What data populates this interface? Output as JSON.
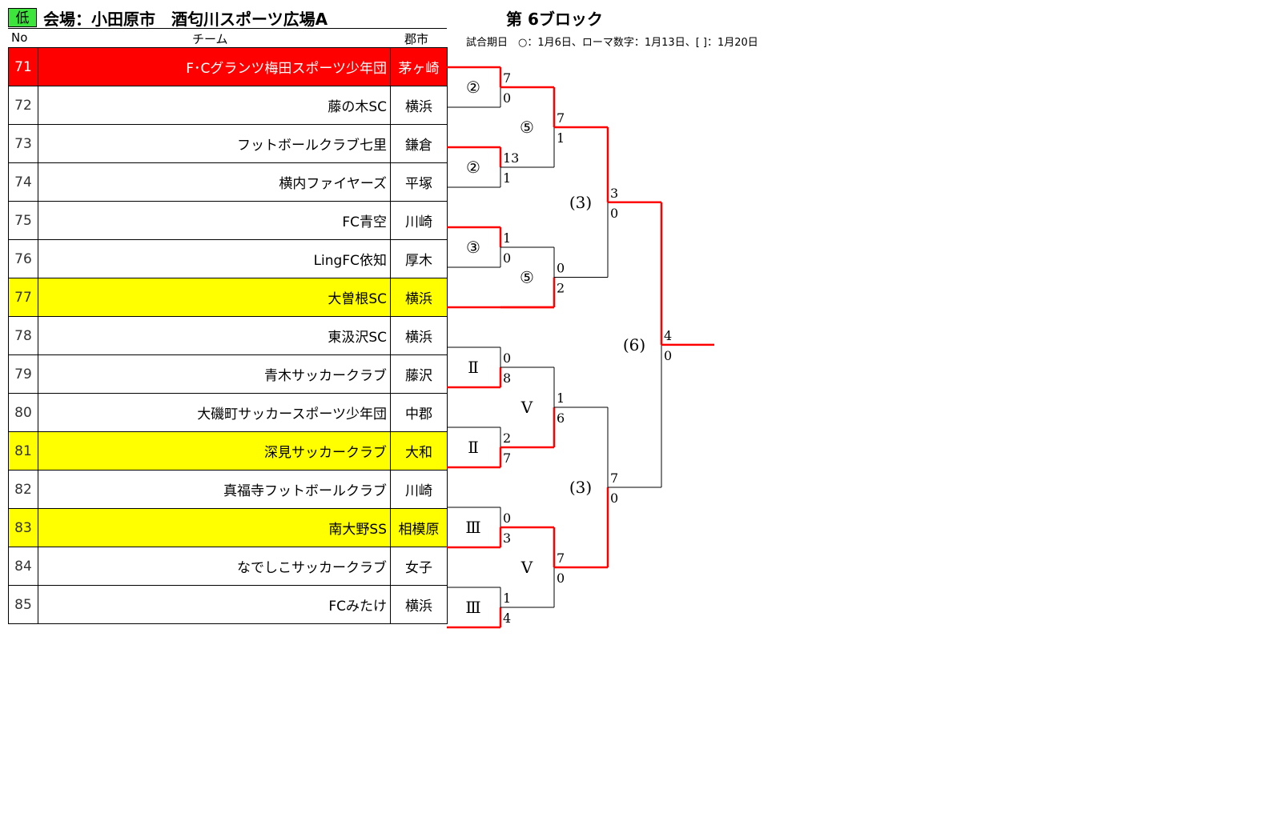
{
  "header": {
    "badge": "低",
    "venue": "会場：小田原市　酒匂川スポーツ広場A",
    "block": "第 6ブロック",
    "schedule_note": "試合期日　○：1月6日、ローマ数字：1月13日、[ ]：1月20日",
    "col_no": "No",
    "col_team": "チーム",
    "col_city": "郡市"
  },
  "teams": [
    {
      "no": "71",
      "name": "F･Cグランツ梅田スポーツ少年団",
      "city": "茅ヶ崎",
      "highlight": "red"
    },
    {
      "no": "72",
      "name": "藤の木SC",
      "city": "横浜",
      "highlight": ""
    },
    {
      "no": "73",
      "name": "フットボールクラブ七里",
      "city": "鎌倉",
      "highlight": ""
    },
    {
      "no": "74",
      "name": "横内ファイヤーズ",
      "city": "平塚",
      "highlight": ""
    },
    {
      "no": "75",
      "name": "FC青空",
      "city": "川崎",
      "highlight": ""
    },
    {
      "no": "76",
      "name": "LingFC依知",
      "city": "厚木",
      "highlight": ""
    },
    {
      "no": "77",
      "name": "大曽根SC",
      "city": "横浜",
      "highlight": "yellow"
    },
    {
      "no": "78",
      "name": "東汲沢SC",
      "city": "横浜",
      "highlight": ""
    },
    {
      "no": "79",
      "name": "青木サッカークラブ",
      "city": "藤沢",
      "highlight": ""
    },
    {
      "no": "80",
      "name": "大磯町サッカースポーツ少年団",
      "city": "中郡",
      "highlight": ""
    },
    {
      "no": "81",
      "name": "深見サッカークラブ",
      "city": "大和",
      "highlight": "yellow"
    },
    {
      "no": "82",
      "name": "真福寺フットボールクラブ",
      "city": "川崎",
      "highlight": ""
    },
    {
      "no": "83",
      "name": "南大野SS",
      "city": "相模原",
      "highlight": "yellow"
    },
    {
      "no": "84",
      "name": "なでしこサッカークラブ",
      "city": "女子",
      "highlight": ""
    },
    {
      "no": "85",
      "name": "FCみたけ",
      "city": "横浜",
      "highlight": ""
    }
  ],
  "bracket": {
    "round_labels": {
      "m1": "②",
      "m2": "②",
      "m3": "③",
      "m4": "Ⅱ",
      "m5": "Ⅱ",
      "m6": "Ⅲ",
      "m7": "Ⅲ",
      "s1": "⑤",
      "s2": "⑤",
      "s3": "Ⅴ",
      "s4": "Ⅴ",
      "q1": "(3)",
      "q2": "(3)",
      "f": "(6)"
    },
    "scores": {
      "m1a": "7",
      "m1b": "0",
      "m2a": "13",
      "m2b": "1",
      "m3a": "1",
      "m3b": "0",
      "m4a": "0",
      "m4b": "8",
      "m5a": "2",
      "m5b": "7",
      "m6a": "0",
      "m6b": "3",
      "m7a": "1",
      "m7b": "4",
      "s1a": "7",
      "s1b": "1",
      "s2a": "0",
      "s2b": "2",
      "s3a": "1",
      "s3b": "6",
      "s4a": "7",
      "s4b": "0",
      "q1a": "3",
      "q1b": "0",
      "q2a": "7",
      "q2b": "0",
      "fa": "4",
      "fb": "0"
    },
    "colors": {
      "win": "#ff0000",
      "line": "#000000"
    }
  }
}
